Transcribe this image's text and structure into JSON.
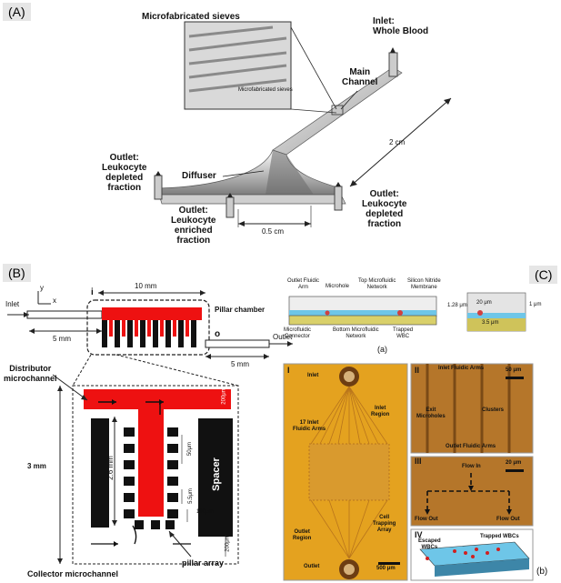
{
  "panelA": {
    "label": "(A)",
    "sieves_label": "Microfabricated sieves",
    "inset_label": "Microfabricated sieves",
    "inlet": "Inlet:\nWhole Blood",
    "main_channel": "Main\nChannel",
    "diffuser": "Diffuser",
    "outlet_left": "Outlet:\nLeukocyte\ndepleted\nfraction",
    "outlet_right": "Outlet:\nLeukocyte\ndepleted\nfraction",
    "outlet_center": "Outlet:\nLeukocyte\nenriched\nfraction",
    "dim_length": "2 cm",
    "dim_width": "0.5 cm"
  },
  "panelB": {
    "label": "(B)",
    "inlet": "Inlet",
    "outlet": "Outlet",
    "axis_y": "y",
    "axis_x": "x",
    "point_i": "i",
    "point_o": "o",
    "dim_10mm": "10 mm",
    "dim_5mm_left": "5 mm",
    "dim_5mm_right": "5 mm",
    "pillar_chamber": "Pillar chamber",
    "distributor": "Distributor\nmicrochannel",
    "dim_3mm": "3 mm",
    "dim_26mm": "2.6 mm",
    "dim_50um": "50μm",
    "dim_55um": "5.5μm",
    "dim_100um": "100μm",
    "dim_200um_top": "200μm",
    "dim_200um_bottom": "200μm",
    "spacer": "Spacer",
    "collector": "Collector microchannel",
    "pillar_array": "pillar array"
  },
  "panelC": {
    "label": "(C)",
    "sub_a": "(a)",
    "sub_b": "(b)",
    "schematic_labels": {
      "outlet_arm": "Outlet Fluidic\nArm",
      "microhole": "Microhole",
      "top_network": "Top Microfluidic\nNetwork",
      "membrane": "Silicon Nitride\nMembrane",
      "connector": "Microfluidic\nConnector",
      "bottom_network": "Bottom Microfluidic\nNetwork",
      "trapped_wbc": "Trapped\nWBC"
    },
    "dims": {
      "d128": "1.28 μm",
      "d20": "20 μm",
      "d1": "1 μm",
      "d35": "3.5 μm"
    },
    "I": {
      "numeral": "I",
      "inlet": "Inlet",
      "arms": "17 Inlet\nFluidic Arms",
      "inlet_region": "Inlet\nRegion",
      "cell_trap": "Cell\nTrapping\nArray",
      "outlet_region": "Outlet\nRegion",
      "outlet": "Outlet",
      "scale": "500 μm"
    },
    "II": {
      "numeral": "II",
      "inlet_arms": "Inlet Fluidic Arms",
      "exit_holes": "Exit\nMicroholes",
      "clusters": "Clusters",
      "outlet_arms": "Outlet Fluidic Arms",
      "scale": "50 μm"
    },
    "III": {
      "numeral": "III",
      "flow_in": "Flow In",
      "flow_out_left": "Flow Out",
      "flow_out_right": "Flow Out",
      "scale": "20 μm"
    },
    "IV": {
      "numeral": "IV",
      "escaped": "Escaped\nWBCs",
      "trapped": "Trapped WBCs"
    }
  },
  "colors": {
    "red_channel": "#ee1111",
    "pillar_black": "#111111",
    "chip_orange": "#e4a21f",
    "chip_brown": "#b5762a"
  }
}
